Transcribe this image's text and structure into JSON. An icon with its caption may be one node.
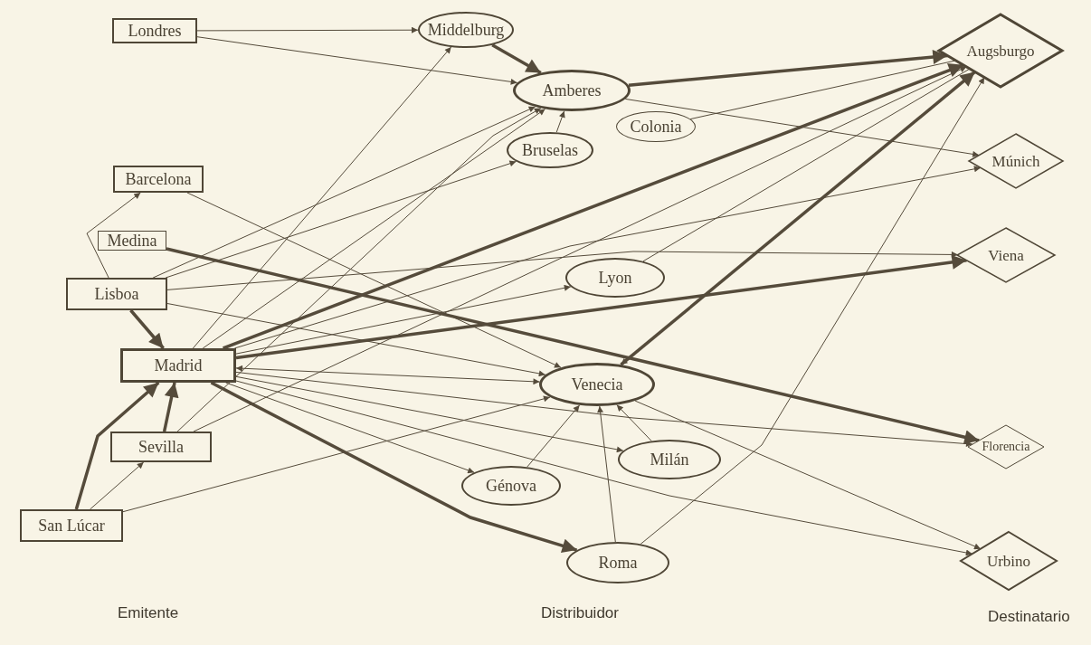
{
  "diagram": {
    "nodes": [
      {
        "text": [
          "Londres"
        ]
      },
      {
        "text": [
          "Middelburg"
        ]
      },
      {
        "text": [
          "Amberes"
        ]
      },
      {
        "text": [
          "Bruselas"
        ]
      },
      {
        "text": [
          "Colonia"
        ]
      },
      {
        "text": [
          "Augsburgo"
        ]
      },
      {
        "text": [
          "Barcelona"
        ]
      },
      {
        "text": [
          "Múnich"
        ]
      },
      {
        "text": [
          "Medina"
        ]
      },
      {
        "text": [
          "Lyon"
        ]
      },
      {
        "text": [
          "Viena"
        ]
      },
      {
        "text": [
          "Lisboa"
        ]
      },
      {
        "text": [
          "Madrid"
        ]
      },
      {
        "text": [
          "Venecia"
        ]
      },
      {
        "text": [
          "Sevilla"
        ]
      },
      {
        "text": [
          "Milán"
        ]
      },
      {
        "text": [
          "Génova"
        ]
      },
      {
        "text": [
          "Florencia"
        ]
      },
      {
        "text": [
          "San Lúcar"
        ]
      },
      {
        "text": [
          "Roma"
        ]
      },
      {
        "text": [
          "Urbino"
        ]
      }
    ],
    "edges": [
      {
        "from": 0,
        "to": 1,
        "arrow": "to"
      },
      {
        "from": 0,
        "to": 2,
        "arrow": "to"
      },
      {
        "from": 1,
        "to": 2,
        "arrow": "to",
        "style": "thick"
      },
      {
        "from": 3,
        "to": 2,
        "arrow": "to"
      },
      {
        "from": 2,
        "to": 5,
        "arrow": "to",
        "style": "thick"
      },
      {
        "from": 2,
        "to": 7,
        "arrow": "to"
      },
      {
        "from": 4,
        "to": 5,
        "arrow": "none"
      },
      {
        "from": 11,
        "to": 6,
        "arrow": "to"
      },
      {
        "from": 11,
        "to": 12,
        "arrow": "to",
        "style": "thick"
      },
      {
        "from": 18,
        "to": 12,
        "arrow": "to",
        "style": "thick"
      },
      {
        "from": 14,
        "to": 12,
        "arrow": "to",
        "style": "thick"
      },
      {
        "from": 18,
        "to": 14,
        "arrow": "to"
      },
      {
        "from": 18,
        "to": 13,
        "arrow": "to"
      },
      {
        "from": 14,
        "to": 2,
        "arrow": "to"
      },
      {
        "from": 12,
        "to": 1,
        "arrow": "to"
      },
      {
        "from": 12,
        "to": 2,
        "arrow": "to"
      },
      {
        "from": 11,
        "to": 2,
        "arrow": "to"
      },
      {
        "from": 11,
        "to": 3,
        "arrow": "to"
      },
      {
        "from": 8,
        "to": 17,
        "arrow": "to",
        "style": "thick"
      },
      {
        "from": 6,
        "to": 13,
        "arrow": "to"
      },
      {
        "from": 11,
        "to": 13,
        "arrow": "to"
      },
      {
        "from": 11,
        "to": 10,
        "arrow": "to"
      },
      {
        "from": 12,
        "to": 5,
        "arrow": "to",
        "style": "thick"
      },
      {
        "from": 12,
        "to": 10,
        "arrow": "to",
        "style": "thick"
      },
      {
        "from": 12,
        "to": 9,
        "arrow": "to"
      },
      {
        "from": 12,
        "to": 7,
        "arrow": "to"
      },
      {
        "from": 12,
        "to": 13,
        "arrow": "both"
      },
      {
        "from": 12,
        "to": 16,
        "arrow": "to"
      },
      {
        "from": 12,
        "to": 15,
        "arrow": "to"
      },
      {
        "from": 12,
        "to": 19,
        "arrow": "to",
        "style": "thick"
      },
      {
        "from": 12,
        "to": 20,
        "arrow": "to"
      },
      {
        "from": 12,
        "to": 17,
        "arrow": "to"
      },
      {
        "from": 13,
        "to": 5,
        "arrow": "to",
        "style": "thick"
      },
      {
        "from": 13,
        "to": 20,
        "arrow": "to"
      },
      {
        "from": 16,
        "to": 13,
        "arrow": "to"
      },
      {
        "from": 15,
        "to": 13,
        "arrow": "to"
      },
      {
        "from": 19,
        "to": 13,
        "arrow": "to"
      },
      {
        "from": 19,
        "to": 5,
        "arrow": "to"
      },
      {
        "from": 9,
        "to": 5,
        "arrow": "none"
      },
      {
        "from": 5,
        "to": 13,
        "arrow": "to"
      },
      {
        "from": 14,
        "to": 5,
        "arrow": "to"
      }
    ],
    "labels": [
      "Emitente",
      "Distribuidor",
      "Destinatario"
    ]
  }
}
